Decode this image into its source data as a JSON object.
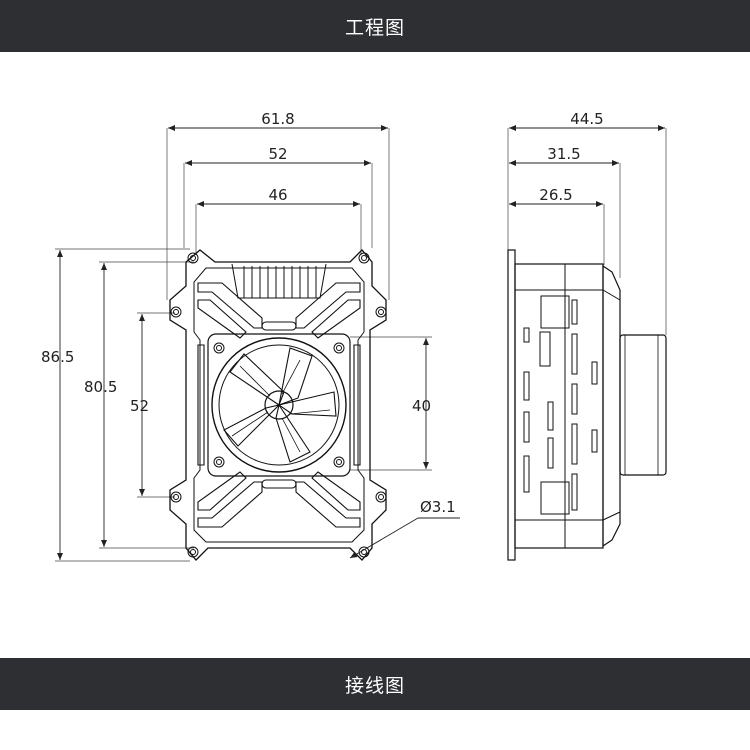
{
  "header": {
    "title": "工程图"
  },
  "footer": {
    "title": "接线图"
  },
  "front_view": {
    "dims": {
      "w_outer": "61.8",
      "w_mid": "52",
      "w_inner": "46",
      "h_outer": "86.5",
      "h_mid": "80.5",
      "h_holes": "52",
      "fan_holes": "40",
      "hole_dia": "Ø3.1"
    }
  },
  "side_view": {
    "dims": {
      "d_total": "44.5",
      "d_mid": "31.5",
      "d_inner": "26.5"
    }
  }
}
